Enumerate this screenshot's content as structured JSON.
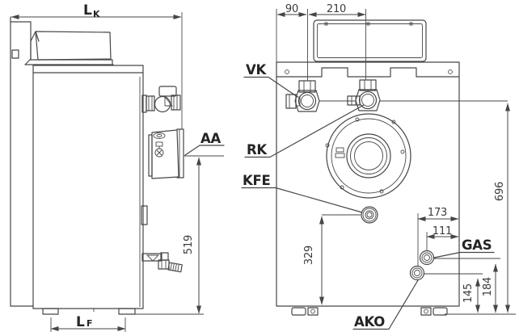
{
  "diagram": {
    "part_labels": {
      "vk": "VK",
      "rk": "RK",
      "kfe": "KFE",
      "gas": "GAS",
      "ako": "AKO",
      "aa": "AA"
    },
    "dimensions": {
      "lk": {
        "main": "L",
        "sub": "K"
      },
      "lf": {
        "main": "L",
        "sub": "F"
      },
      "d90": "90",
      "d210": "210",
      "d173": "173",
      "d111": "111",
      "d145": "145",
      "d184": "184",
      "d329": "329",
      "d519": "519",
      "d696": "696"
    },
    "colors": {
      "line": "#464646",
      "label_text": "#242424",
      "dim_text": "#3b3b3b",
      "background": "#ffffff"
    }
  }
}
